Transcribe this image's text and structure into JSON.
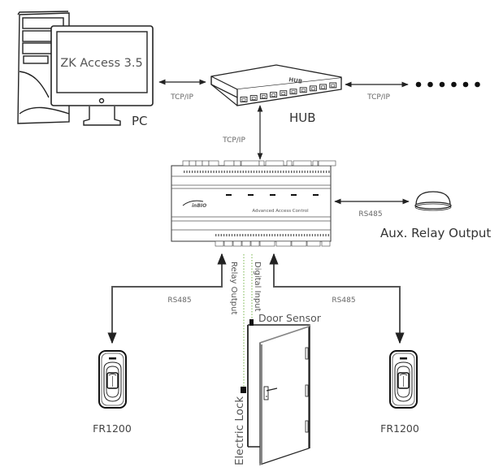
{
  "diagram": {
    "nodes": {
      "pc": {
        "screen_text": "ZK Access 3.5",
        "label": "PC"
      },
      "hub": {
        "body_text": "HUB",
        "label": "HUB",
        "port_count": 10
      },
      "controller": {
        "brand_text": "inBIO",
        "panel_text": "Advanced Access Control"
      },
      "aux_relay": {
        "label": "Aux. Relay Output"
      },
      "reader_left": {
        "label": "FR1200"
      },
      "reader_right": {
        "label": "FR1200"
      },
      "door_sensor": {
        "label": "Door Sensor"
      },
      "electric_lock": {
        "label": "Electric Lock"
      },
      "more_devices": {
        "dot_count": 6
      }
    },
    "connections": {
      "pc_hub": {
        "label": "TCP/IP"
      },
      "hub_more": {
        "label": "TCP/IP"
      },
      "hub_controller": {
        "label": "TCP/IP"
      },
      "controller_aux": {
        "label": "RS485"
      },
      "controller_reader_left": {
        "label": "RS485"
      },
      "controller_reader_right": {
        "label": "RS485"
      },
      "relay_output": {
        "label": "Relay Output"
      },
      "digital_input": {
        "label": "Digital Input"
      }
    },
    "colors": {
      "line": "#222222",
      "connector": "#555555",
      "signal_wire": "#a9d18e"
    }
  }
}
